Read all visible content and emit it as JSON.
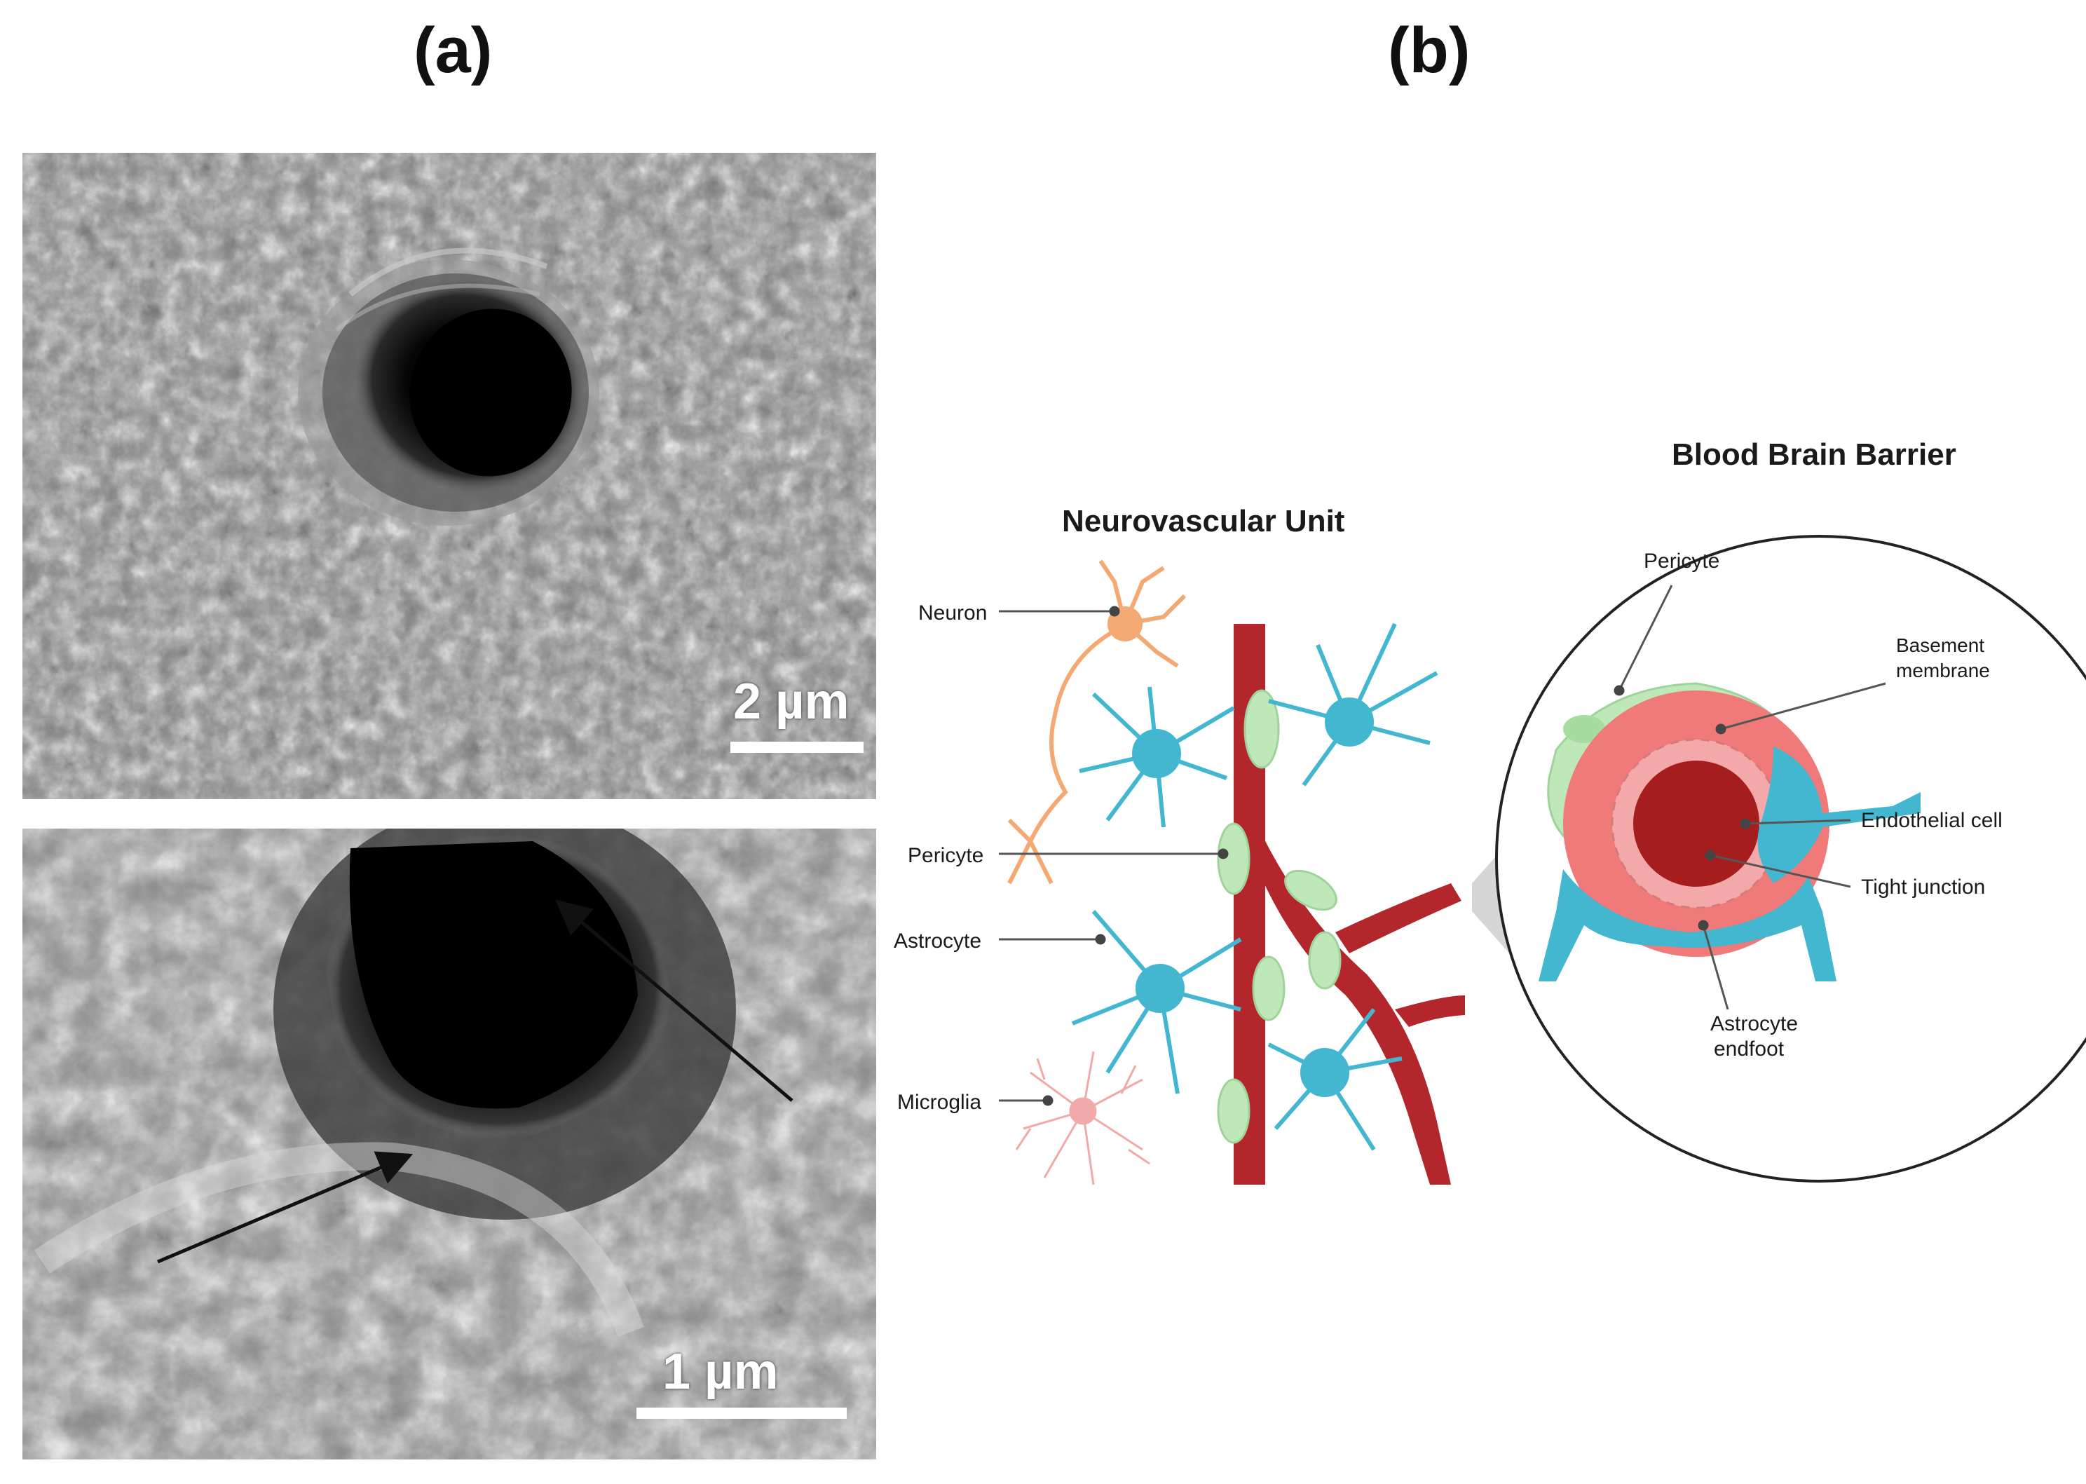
{
  "panels": {
    "a": {
      "label": "(a)"
    },
    "b": {
      "label": "(b)"
    }
  },
  "sem": {
    "top_scale": "2 µm",
    "bottom_scale": "1 µm"
  },
  "diagram": {
    "nvu_title": "Neurovascular Unit",
    "bbb_title": "Blood Brain Barrier",
    "left_labels": {
      "neuron": "Neuron",
      "pericyte": "Pericyte",
      "astrocyte": "Astrocyte",
      "microglia": "Microglia"
    },
    "bbb_labels": {
      "pericyte": "Pericyte",
      "basement_1": "Basement",
      "basement_2": "membrane",
      "endothelial": "Endothelial cell",
      "tight": "Tight junction",
      "astro_1": "Astrocyte",
      "astro_2": "endfoot"
    }
  },
  "colors": {
    "vessel": "#b3262b",
    "astrocyte": "#43b7d0",
    "neuron": "#f4a973",
    "microglia": "#f2a9a9",
    "pericyte": "#bfe8b8",
    "basement": "#f0797a",
    "lumen": "#a51d1d"
  }
}
